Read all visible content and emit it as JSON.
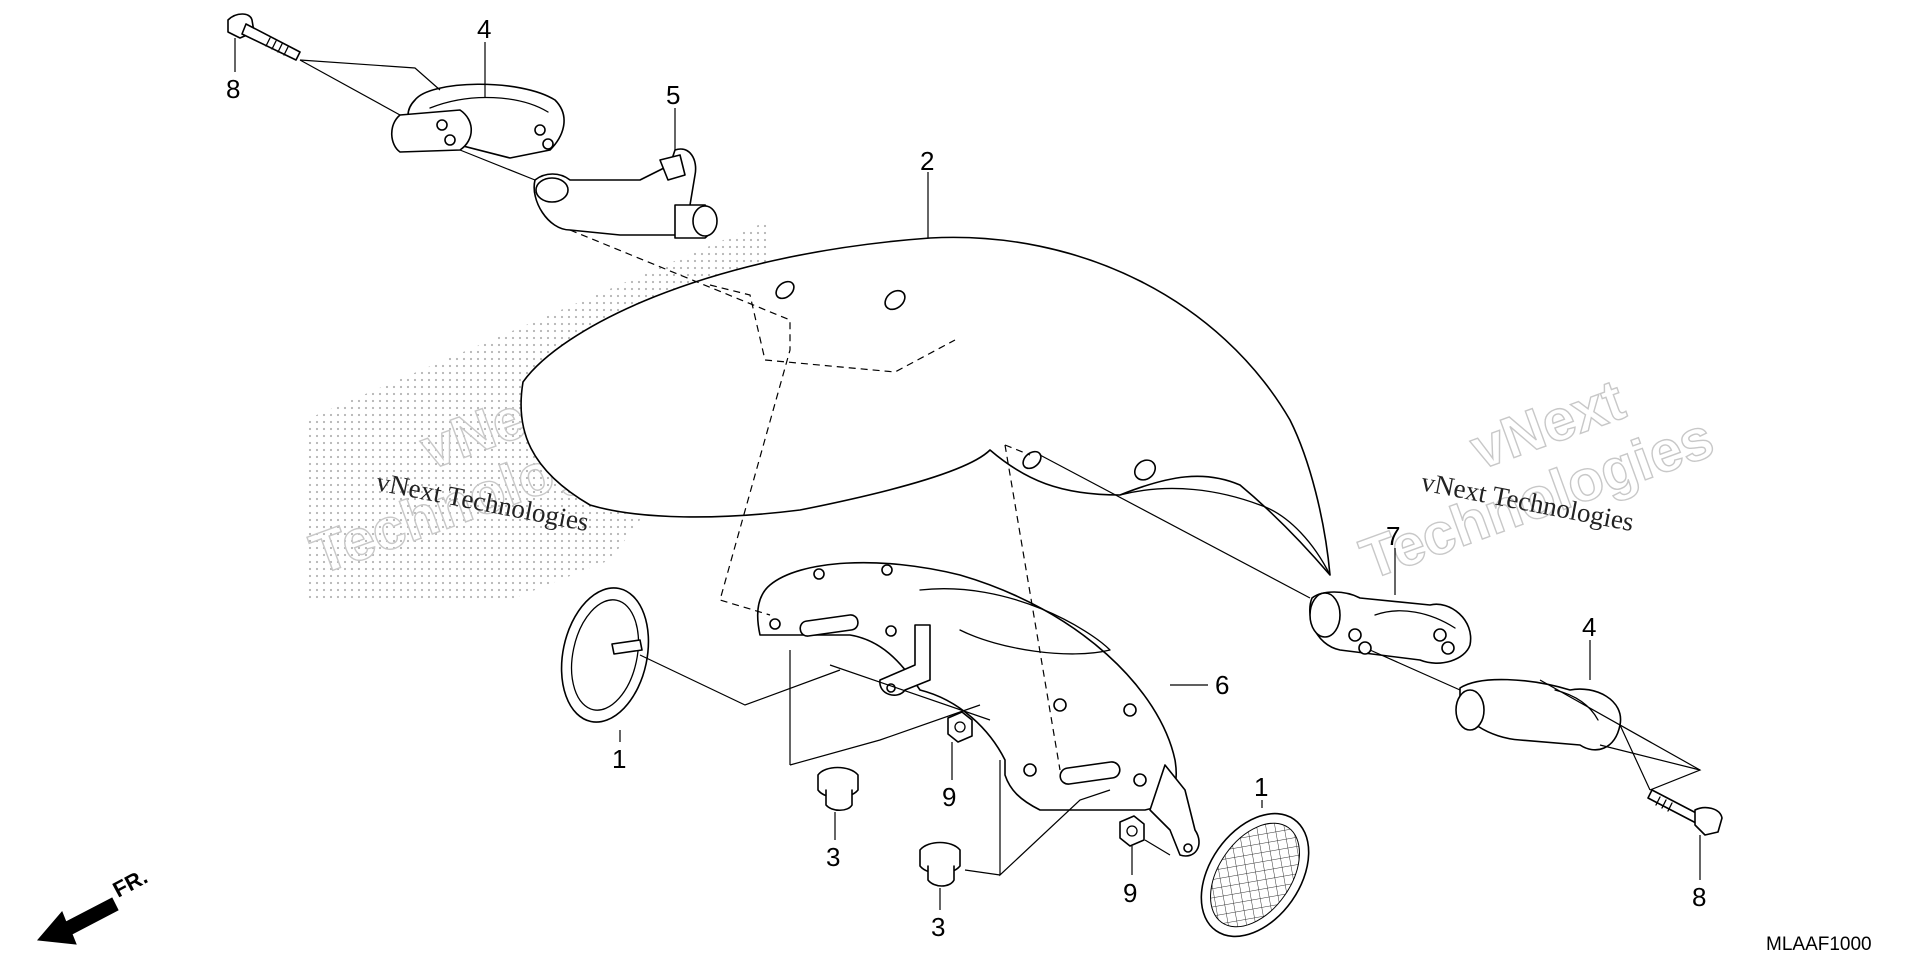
{
  "diagram": {
    "code": "MLAAF1000",
    "front_indicator": "FR.",
    "watermark": {
      "small": "vNext Technologies",
      "large_top": "vNext",
      "large_bottom": "Technologies"
    },
    "callouts": {
      "c1_left": "1",
      "c1_right": "1",
      "c2": "2",
      "c3_left": "3",
      "c3_right": "3",
      "c4_left": "4",
      "c4_right": "4",
      "c5": "5",
      "c6": "6",
      "c7": "7",
      "c8_left": "8",
      "c8_right": "8",
      "c9_left": "9",
      "c9_right": "9"
    }
  }
}
